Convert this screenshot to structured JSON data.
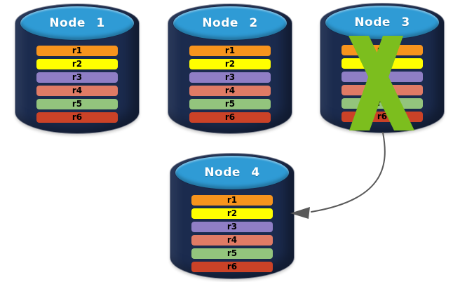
{
  "diagram": {
    "colors": {
      "cylinder_body": "#1B2B4E",
      "cylinder_top": "#2F9BD5",
      "x_mark": "#7CBE1E",
      "arrow": "#595959"
    },
    "icons": {
      "failure": "x-mark-icon",
      "transfer": "curved-arrow-icon"
    },
    "nodes": [
      {
        "title": "Node 1",
        "rows": [
          {
            "label": "r1",
            "color": "#F7941D"
          },
          {
            "label": "r2",
            "color": "#FFFF00"
          },
          {
            "label": "r3",
            "color": "#8F7EC5"
          },
          {
            "label": "r4",
            "color": "#E07B65"
          },
          {
            "label": "r5",
            "color": "#93C47D"
          },
          {
            "label": "r6",
            "color": "#CB4227"
          }
        ]
      },
      {
        "title": "Node 2",
        "rows": [
          {
            "label": "r1",
            "color": "#F7941D"
          },
          {
            "label": "r2",
            "color": "#FFFF00"
          },
          {
            "label": "r3",
            "color": "#8F7EC5"
          },
          {
            "label": "r4",
            "color": "#E07B65"
          },
          {
            "label": "r5",
            "color": "#93C47D"
          },
          {
            "label": "r6",
            "color": "#CB4227"
          }
        ]
      },
      {
        "title": "Node 3",
        "rows": [
          {
            "label": "r1",
            "color": "#F7941D"
          },
          {
            "label": "r2",
            "color": "#FFFF00"
          },
          {
            "label": "r3",
            "color": "#8F7EC5"
          },
          {
            "label": "r4",
            "color": "#E07B65"
          },
          {
            "label": "r5",
            "color": "#93C47D"
          },
          {
            "label": "r6",
            "color": "#CB4227"
          }
        ]
      },
      {
        "title": "Node 4",
        "rows": [
          {
            "label": "r1",
            "color": "#F7941D"
          },
          {
            "label": "r2",
            "color": "#FFFF00"
          },
          {
            "label": "r3",
            "color": "#8F7EC5"
          },
          {
            "label": "r4",
            "color": "#E07B65"
          },
          {
            "label": "r5",
            "color": "#93C47D"
          },
          {
            "label": "r6",
            "color": "#CB4227"
          }
        ]
      }
    ]
  }
}
